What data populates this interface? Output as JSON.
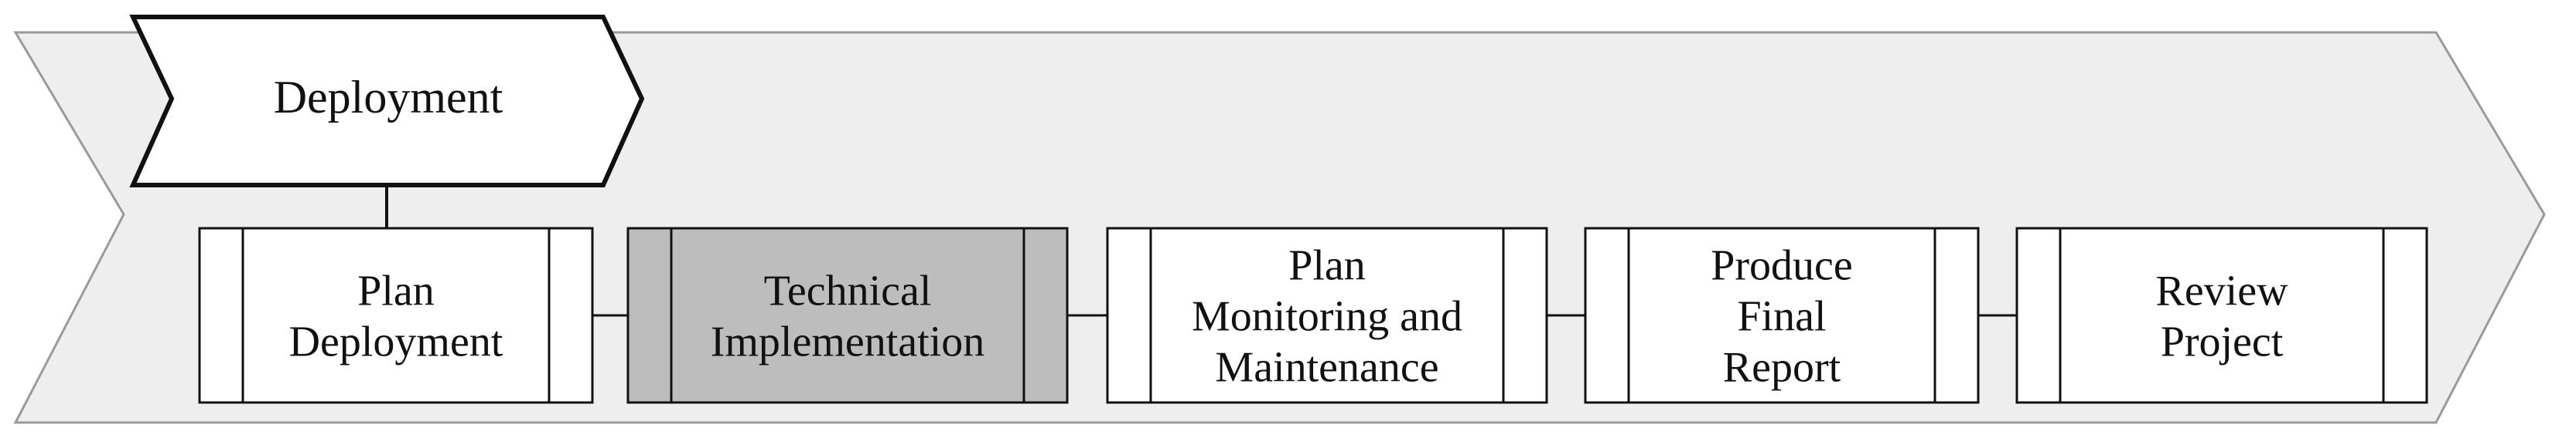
{
  "phase": {
    "label": "Deployment"
  },
  "tasks": [
    {
      "lines": [
        "Plan",
        "Deployment"
      ],
      "highlighted": false
    },
    {
      "lines": [
        "Technical",
        "Implementation"
      ],
      "highlighted": true
    },
    {
      "lines": [
        "Plan",
        "Monitoring and",
        "Maintenance"
      ],
      "highlighted": false
    },
    {
      "lines": [
        "Produce",
        "Final",
        "Report"
      ],
      "highlighted": false
    },
    {
      "lines": [
        "Review",
        "Project"
      ],
      "highlighted": false
    }
  ],
  "colors": {
    "arrow_fill": "#eeeeee",
    "arrow_stroke": "#9a9a9a",
    "box_fill": "#ffffff",
    "box_highlight_fill": "#bdbdbd",
    "stroke": "#111111",
    "text": "#111111"
  }
}
